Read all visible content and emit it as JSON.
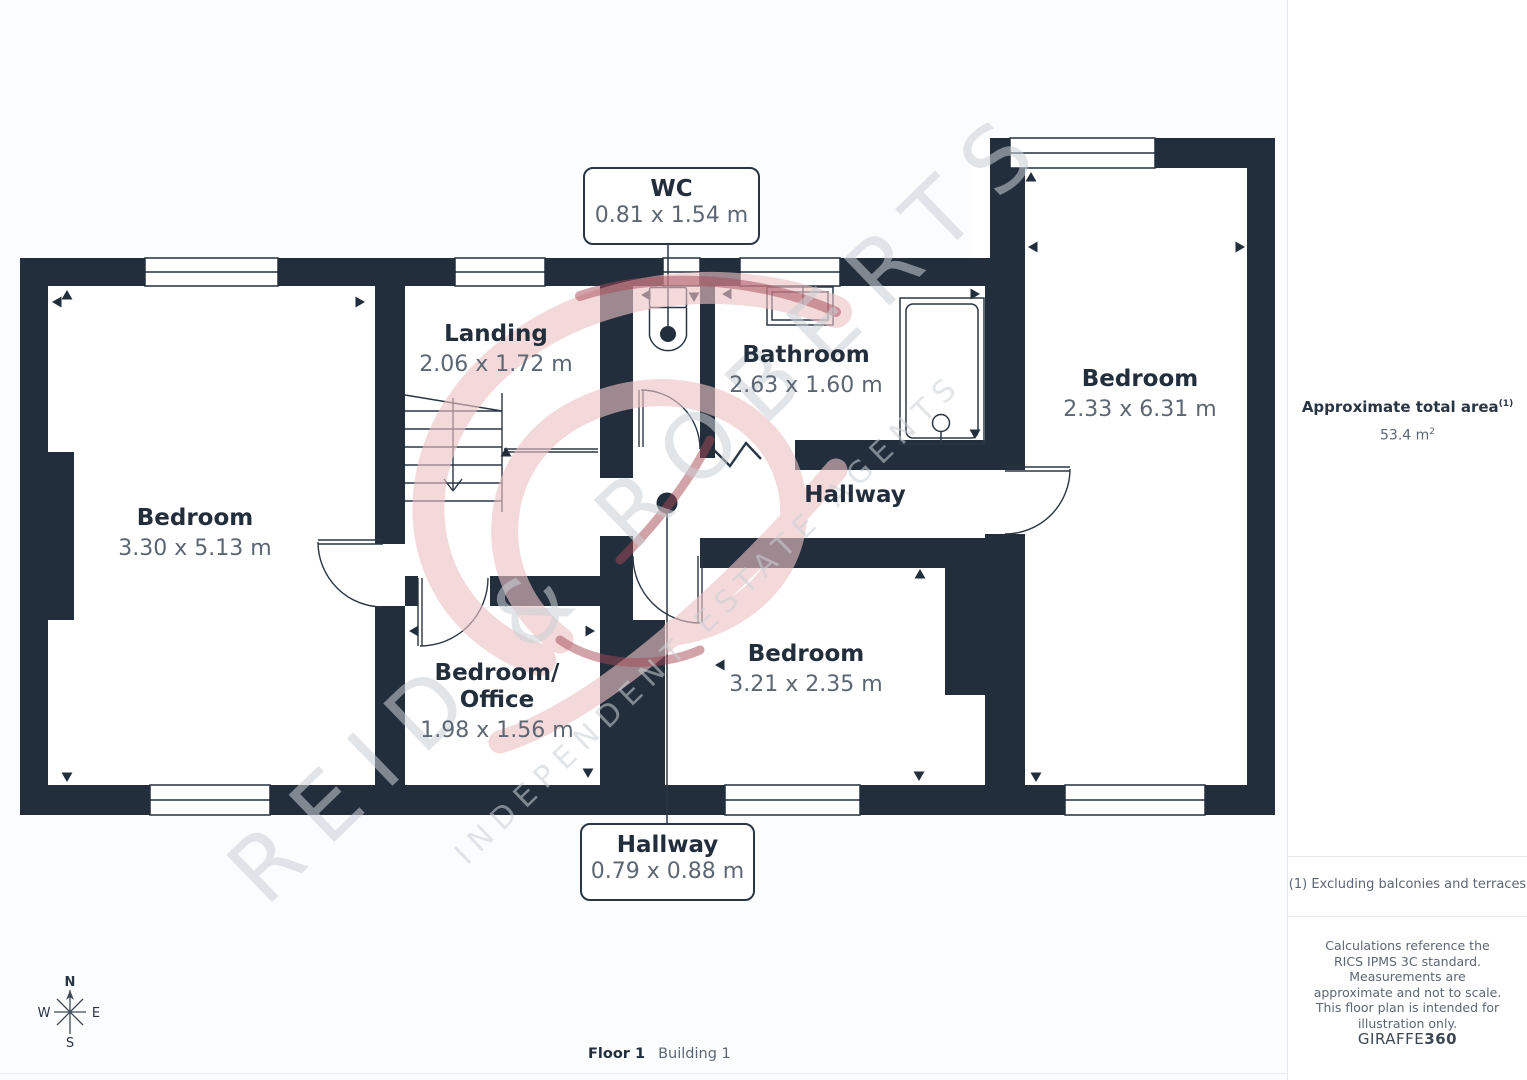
{
  "plan": {
    "callout_wc": {
      "name": "WC",
      "dims": "0.81 x 1.54 m"
    },
    "callout_hallway": {
      "name": "Hallway",
      "dims": "0.79 x 0.88 m"
    },
    "rooms": {
      "landing": {
        "name": "Landing",
        "dims": "2.06 x 1.72 m"
      },
      "bathroom": {
        "name": "Bathroom",
        "dims": "2.63 x 1.60 m"
      },
      "bedroom_right": {
        "name": "Bedroom",
        "dims": "2.33 x 6.31 m"
      },
      "bedroom_left": {
        "name": "Bedroom",
        "dims": "3.30 x 5.13 m"
      },
      "hallway": {
        "name": "Hallway"
      },
      "bedroom_office": {
        "name_line1": "Bedroom/",
        "name_line2": "Office",
        "dims": "1.98 x 1.56 m"
      },
      "bedroom_bottom": {
        "name": "Bedroom",
        "dims": "3.21 x 2.35 m"
      }
    },
    "compass": {
      "n": "N",
      "e": "E",
      "s": "S",
      "w": "W"
    },
    "footer_floor": "Floor 1",
    "footer_building": "Building 1"
  },
  "watermark": {
    "line1": "REID & ROBERTS",
    "line2": "INDEPENDENT ESTATE AGENTS"
  },
  "sidebar": {
    "area_label": "Approximate total area",
    "area_footnote_marker": "(1)",
    "area_value": "53.4 m",
    "area_value_sup": "2",
    "footnote": "(1) Excluding balconies and terraces",
    "disclaimer": "Calculations reference the RICS IPMS 3C standard. Measurements are approximate and not to scale. This floor plan is intended for illustration only.",
    "brand_name": "GIRAFFE",
    "brand_number": "360"
  },
  "colors": {
    "wall": "#232e3d",
    "room_name": "#232e3d",
    "dims_text": "#5d6773",
    "watermark_pink": "#ecc2c5",
    "watermark_red": "#a54a55",
    "watermark_gray": "#cbd0d5"
  }
}
